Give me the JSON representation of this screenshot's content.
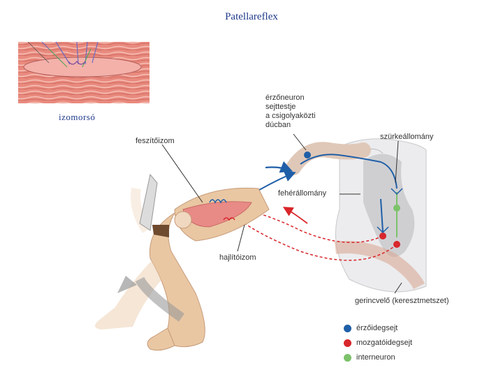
{
  "title": "Patellareflex",
  "inset_label": "izomorsó",
  "labels": {
    "stretch_muscle": "feszítőizom",
    "sensory_body": [
      "érzőneuron",
      "sejttestje",
      "a csigolyaközti",
      "dúcban"
    ],
    "grey_matter": "szürkeállomány",
    "white_matter": "fehérállomány",
    "flexor_muscle": "hajlítóizom",
    "spinal_cord": "gerincvelő (keresztmetszet)"
  },
  "legend": [
    {
      "label": "érzőidegsejt",
      "color": "#1f5fa8"
    },
    {
      "label": "mozgatóidegsejt",
      "color": "#d8262b"
    },
    {
      "label": "interneuron",
      "color": "#7cc26a"
    }
  ],
  "colors": {
    "sensory": "#1f5fa8",
    "motor": "#d8262b",
    "interneuron": "#7cc26a",
    "skin": "#e9c7a3",
    "muscle": "#e88a86",
    "grey_matter": "#cfcfd2",
    "white_matter": "#ececee"
  }
}
